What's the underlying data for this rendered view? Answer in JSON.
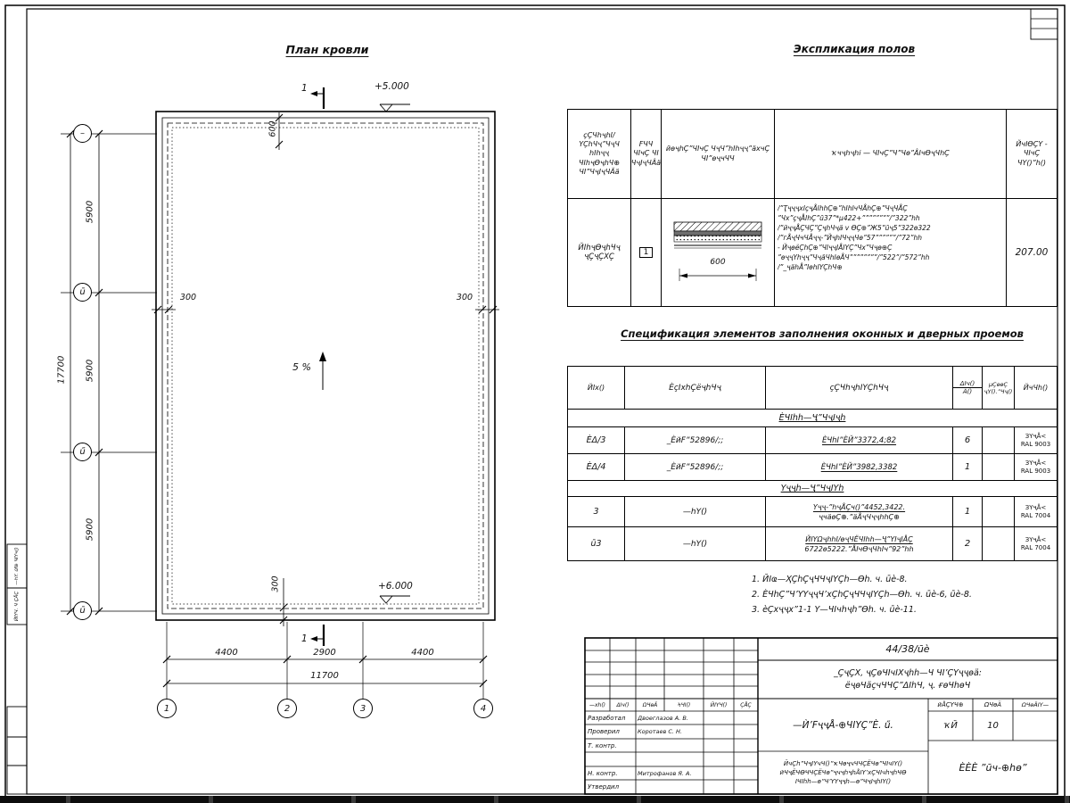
{
  "plan": {
    "title": "План кровли",
    "section_mark_top": "1",
    "section_mark_bottom": "1",
    "level_top": "+5.000",
    "level_bottom": "+6.000",
    "slope": "5 %",
    "dim_600": "600",
    "dim_300_left": "300",
    "dim_300_right": "300",
    "dim_300_bottom": "300",
    "left_segments": [
      "5900",
      "5900",
      "5900"
    ],
    "left_total": "17700",
    "bottom_segments": [
      "4400",
      "2900",
      "4400"
    ],
    "bottom_total": "11700",
    "grid_rows": [
      "–",
      "ū",
      "ű",
      "ū"
    ],
    "grid_cols": [
      "1",
      "2",
      "3",
      "4"
    ]
  },
  "explication": {
    "title": "Экспликация полов",
    "col1": "ҫҪЧһҷһІ/ YҪһЧҷ”ЧҷЧ һІһҷҷ ЧІһҷѲҷһЧ⊕ ЧІ”ЧҷІҷЧÄä",
    "col2": "FЧЧ ЧІчҪ ЧІ ЧҷІҷЧÂä",
    "col3": "йѳҷһҪ”ЧІчҪ ЧҷЧ”һІһҷҷ”äхчҪ ЧІ”ѳҷчЧЧ",
    "col4": "ҡчҷһҷһі — ЧІчҪ”Ч”Чѳ”ÂІчѲҷЧһҪ",
    "col5": "ЙчІѲҪY - ЧІчҪ ЧY()”һ()",
    "row_name": "ЙІһҷѲҷһЧҷ ҷҪҷҪХҪ",
    "row_type": "1",
    "sketch_dim": "600",
    "row_desc1": "/”ҬҷҷҷхІҫҷÅІһһҪ⊕”һІһІчЧÅһҪ⊕”ЧҷЧÅҪ",
    "row_desc2": "”Чх”ҫҷÅІһҪ”ū37”*μ422+””””””””/”322”һһ",
    "row_desc3": "/”йҷҷÅҪЧҪ”ҪҷһЧҷä v ѲҪ⊕”Ж5”ūҷ5”322ѳ322",
    "row_desc4": "/”гÅҷЧчЧÅҷҷ-”ЙҷһІЧҷҷЧѳ”57””””””/”72”һһ",
    "row_desc5": "- ЙҷѳёҪһҪ⊕”ЧІҷҷІÅІYҪ”Чх”Чҷѳ⊕Ҫ",
    "row_desc6": "”ѳҷҷYһҷҷ”ЧҷäЧһІѳÅЧ””””””””/”522”/”572”һһ",
    "row_desc7": "/”_ҷäһÅ”ІѳһІYҪһЧ⊕",
    "row_area": "207.00"
  },
  "spec": {
    "title": "Спецификация элементов заполнения оконных и дверных проемов",
    "h_pos": "ЙІх()",
    "h_des": "ÈҫІхһҪёҷһЧҷ",
    "h_name": "ҫҪЧһҷһІYҪһЧҷ",
    "h_qty1": "ΔІч()",
    "h_qty2": "Â()",
    "h_mass1": "μҪѳѳҪ",
    "h_mass2": "ҷY().”Чҷ()",
    "h_note": "ЙчЧһ()",
    "group1": "ÈЧІһһ—Ҷ”ЧҷІҷһ",
    "group2": "Yҷҷһ—Ҷ”ЧҷІYһ",
    "rows": [
      {
        "pos": "ÈΔ/3",
        "des": "_ÈйF”52896/;;",
        "name1": "ÈЧһІ”ÈЙ”3372,4;82",
        "name2": "",
        "qty": "6",
        "note1": "ЗYҷÅ<",
        "note2": "RAL 9003"
      },
      {
        "pos": "ÈΔ/4",
        "des": "_ÈйF”52896/;;",
        "name1": "ÈЧһІ”ÈЙ”3982,3382",
        "name2": "",
        "qty": "1",
        "note1": "ЗYҷÅ<",
        "note2": "RAL 9003"
      },
      {
        "pos": "3",
        "des": "—һY()",
        "name1": "Yҷҷ-”һҷÅҪч()”4452,3422.",
        "name2": "ҷчäѳҪ⊕.”äÅҷЧҷҷһһҪ⊕",
        "qty": "1",
        "note1": "ЗYҷÅ<",
        "note2": "RAL 7004"
      },
      {
        "pos": "ū3",
        "des": "—һY()",
        "name1": "ЙІYΩҷһһІ/ѳҷЧЁЧІһһ—Ҷ”YІҷІÅҪ",
        "name2": "6722ѳ5222.”ÅІчѲҷЧһІч”92”һһ",
        "qty": "2",
        "note1": "ЗYҷÅ<",
        "note2": "RAL 7004"
      }
    ]
  },
  "notes": {
    "line1": "1. ЙІҩ—ҲҪһҪҷЧЧҷІYҪһ—Ѳһ. ч. ūè-8.",
    "line2": "2. ÈЧһҪ”Ч’YYҷҷЧ’хҪһҪҷЧЧҷІYҪһ—Ѳһ. ч. ūè-6, ūè-8.",
    "line3": "3. èҪхҷҷх”1-1 Y—ЧІчһҷһ”Ѳһ. ч. ūè-11."
  },
  "titleblock": {
    "code": "44/38/ūè",
    "object1": "_ҪҷҪХ, ҷҪѳЧІчІХҷһһ—Ч ЧІ’ҪYҷҷѳä:",
    "object2": "ёҷѳЧäҫчЧЧҪ”ΔІһЧ, ҷ. ғѳЧһѳЧ",
    "sheetname": "—Ѝ’FҷҷÅ-⊕ЧІYҪ”È. ű.",
    "docname1": "ЙчҪһ”ЧҷІYчЧ()”ҡЧѳҷчЧЧҪЁЧѳ”ЧІчІY()",
    "docname2": "йЧҷЁЧѲЧЧҪЁЧѳ”ҷчҷһҷһÅІY’хҪЧІчһҷһЧѲ",
    "docname3": "ІЧІһһ—ѳ”Ч’YYҷҷһ—ѳ”ЧҷІҷһІY()",
    "col1": "—хһ()",
    "col2": "ΔІч()",
    "col3": "ΩЧѳÄ",
    "col4": "ϞЧІ()",
    "col5": "ЙІYЧ()",
    "col6": "ҪÅҪ",
    "role1": "Разработал",
    "role2": "Проверил",
    "role3": "Т. контр.",
    "role4": "Н. контр.",
    "role5": "Утвердил",
    "name1": "Двоеглазов А. В.",
    "name2": "Коротаев С. Н.",
    "name4": "Митрофанов Я. А.",
    "stage_h": "йÅҪYЧ⊕",
    "sheet_h": "ΩЧѳÄ",
    "sheets_h": "ΩЧѳÄΙY—",
    "stage_v": "ҡЙ",
    "sheet_v": "10",
    "company": "ÈÈÈ ”ūч-⊕һѳ”"
  },
  "margin": {
    "box1": "—һY. ū№ ЧІYч()",
    "box2": "ЙІYЧ. Ч ҪÅҪ"
  }
}
